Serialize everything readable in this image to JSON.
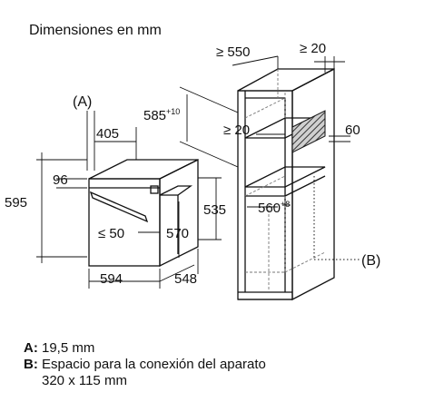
{
  "title": "Dimensiones en mm",
  "labels": {
    "a_marker": "(A)",
    "b_marker": "(B)",
    "d405": "405",
    "d96": "96",
    "d595": "595",
    "d594": "594",
    "d548": "548",
    "d570": "570",
    "d535": "535",
    "dle50": "≤ 50",
    "d585": "585",
    "d585_sup": "+10",
    "dge550": "≥ 550",
    "dge20_top": "≥ 20",
    "dge20_mid": "≥ 20",
    "d60": "60",
    "d560": "560",
    "d560_sup": "+8"
  },
  "legend": {
    "a_key": "A:",
    "a_text": "19,5 mm",
    "b_key": "B:",
    "b_text": "Espacio para la conexión del aparato",
    "b_text2": "320 x 115 mm"
  },
  "colors": {
    "line": "#111111",
    "hidden": "#777777",
    "hatch": "#333333"
  }
}
